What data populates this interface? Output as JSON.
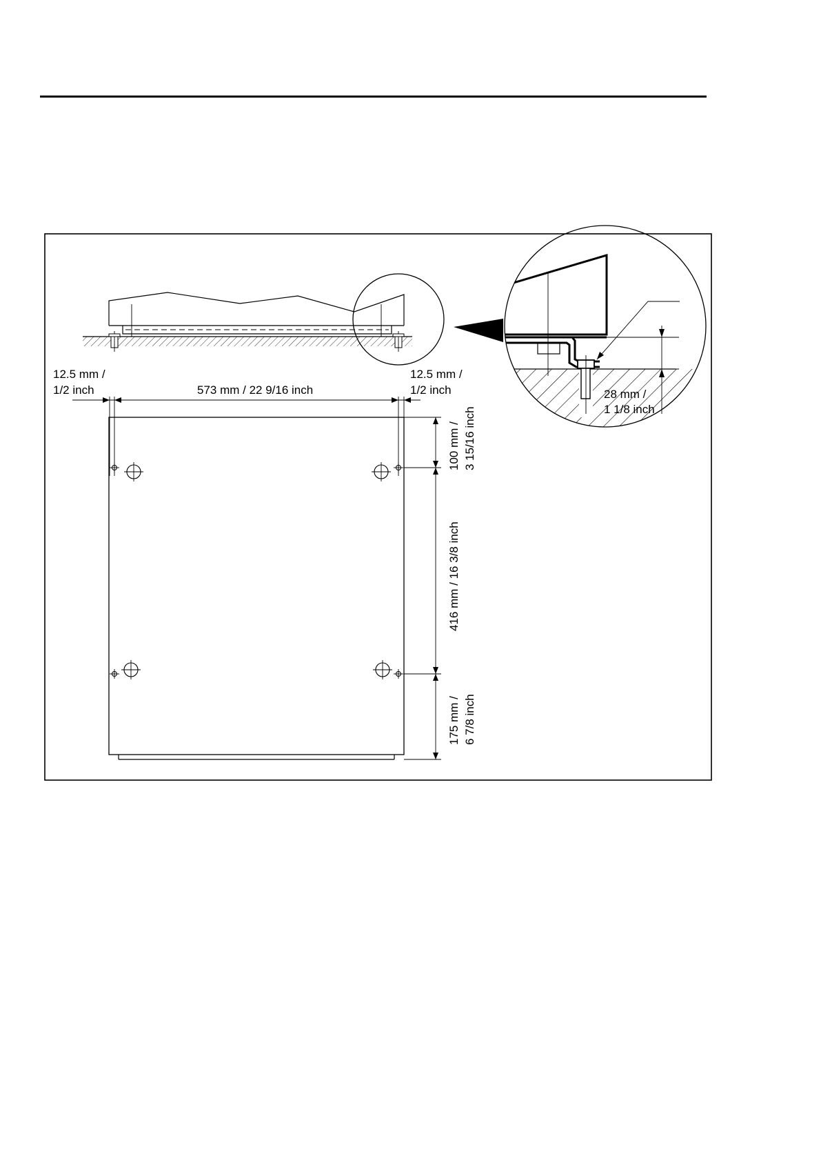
{
  "diagram": {
    "dimensions": {
      "left_margin_line1": "12.5 mm /",
      "left_margin_line2": "1/2 inch",
      "right_margin_line1": "12.5 mm /",
      "right_margin_line2": "1/2 inch",
      "width": "573 mm / 22 9/16 inch",
      "top_offset_line1": "100 mm /",
      "top_offset_line2": "3 15/16 inch",
      "hole_spacing": "416 mm / 16 3/8 inch",
      "bottom_offset_line1": "175 mm /",
      "bottom_offset_line2": "6 7/8 inch",
      "bolt_height_line1": "28 mm /",
      "bolt_height_line2": "1 1/8 inch"
    }
  }
}
